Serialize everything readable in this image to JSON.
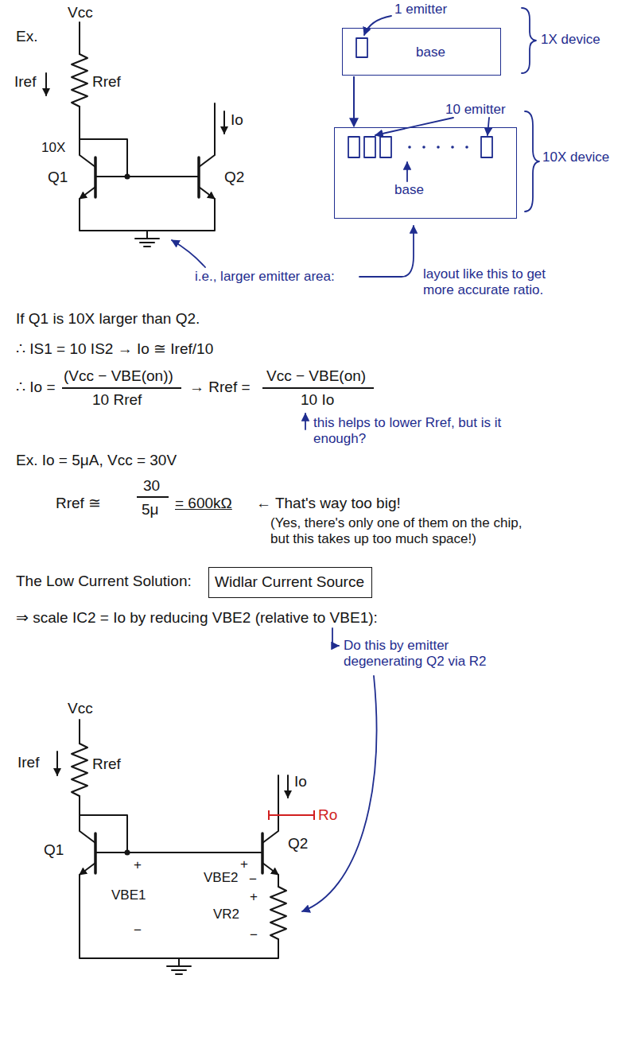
{
  "diagram": {
    "nodes": [
      {
        "text": [
          "base"
        ]
      },
      {
        "text": [
          "base"
        ]
      },
      {
        "text": [
          "Widlar Current Source"
        ]
      }
    ],
    "edges": [
      {
        "from": 0,
        "to": 1,
        "arrow": "to"
      }
    ],
    "labels": [
      "Vcc",
      "Ex.",
      "Iref",
      "Rref",
      "10X",
      "Q1",
      "Io",
      "Q2",
      "1 emitter",
      "1X device",
      "10 emitter",
      "10X device",
      "i.e., larger emitter area:",
      "layout like this to get more accurate ratio.",
      "If Q1 is 10X larger than Q2.",
      "∴ IS1 = 10 IS2 → Io ≅ Iref/10",
      "∴ Io =",
      "(Vcc − VBE(on))",
      "10 Rref",
      "→ Rref =",
      "Vcc − VBE(on)",
      "10 Io",
      "this helps to lower Rref, but is it enough?",
      "Ex. Io = 5μA, Vcc = 30V",
      "Rref ≅",
      "30",
      "5μ",
      "= 600kΩ",
      "← That's way too big!",
      "(Yes, there's only one of them on the chip, but this takes up too much space!)",
      "The Low Current Solution:",
      "⇒ scale IC2 = Io by reducing VBE2 (relative to VBE1):",
      "Do this by emitter degenerating Q2 via R2",
      "Vcc",
      "Iref",
      "Rref",
      "Io",
      "Ro",
      "Q1",
      "Q2",
      "+",
      "VBE1",
      "−",
      "+",
      "VBE2",
      "−",
      "+",
      "VR2",
      "−"
    ]
  }
}
